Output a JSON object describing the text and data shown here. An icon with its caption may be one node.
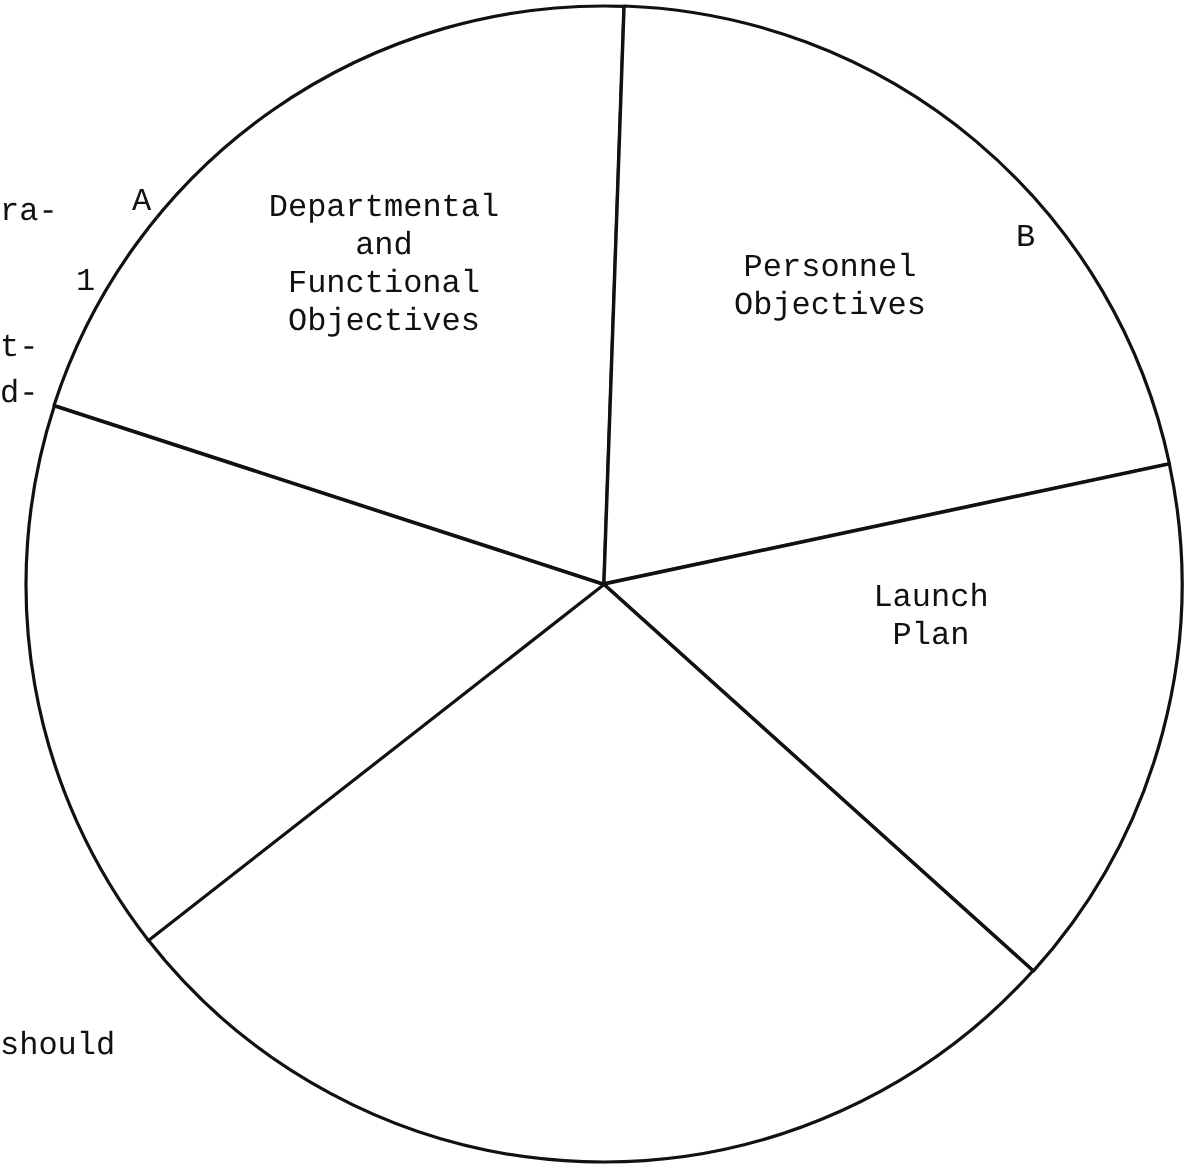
{
  "diagram": {
    "nodes": [
      {
        "text": [
          "Departmental and Functional Objectives"
        ]
      },
      {
        "text": [
          "Personnel Objectives"
        ]
      },
      {
        "text": [
          "Launch Plan"
        ]
      },
      {
        "text": [],
        "shape": "wedge"
      },
      {
        "text": [],
        "shape": "wedge"
      }
    ],
    "edges": [],
    "labels": [
      "ra-",
      "A",
      "1",
      "t-",
      "d-",
      "B",
      "should"
    ]
  }
}
